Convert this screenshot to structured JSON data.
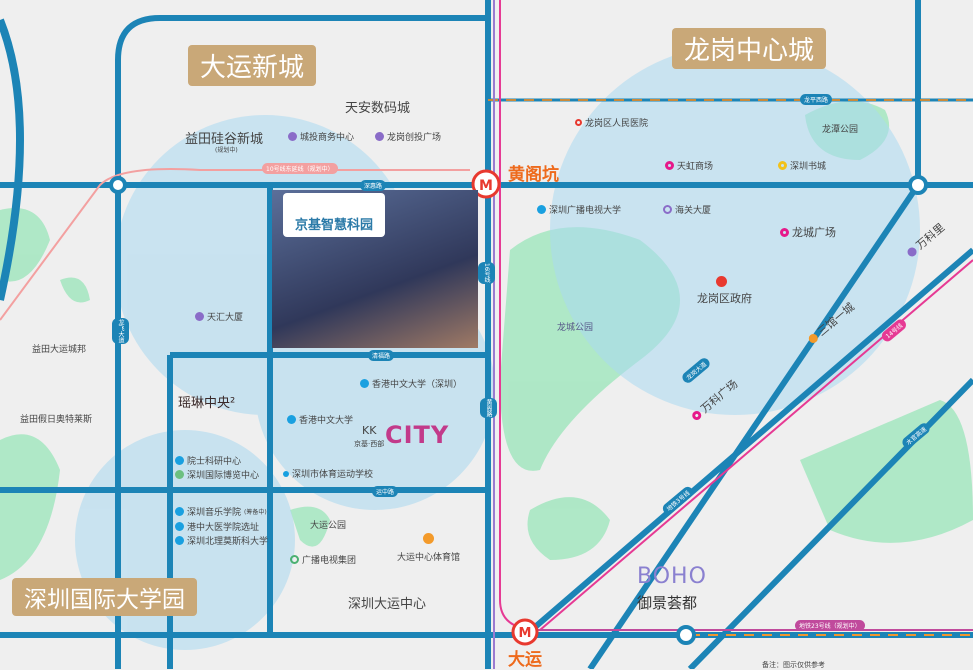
{
  "districts": [
    "大运新城",
    "龙岗中心城",
    "深圳国际大学园"
  ],
  "stations": {
    "huanggekeng": "黄阁坑",
    "dayun": "大运"
  },
  "project": {
    "name": "京基智慧科园"
  },
  "roads": {
    "line10": "10号线东延线（规划中）",
    "shenhui": "深惠路",
    "line16": "16号线",
    "qinghui": "清福路",
    "huanggu": "黄阁路",
    "longfei": "龙飞大道",
    "yuntu": "运中路",
    "longping": "龙平西路",
    "longgang": "龙岗大道",
    "line14": "14号线",
    "line3": "地铁3号线",
    "shuiguan": "水官高速",
    "line23": "地铁23号线（规划中）"
  },
  "pois": {
    "tianan": "天安数码城",
    "yitian": "益田硅谷新城",
    "yitian_sub": "(规划中)",
    "chengtou": "城投商务中心",
    "longgang_chuangtou": "龙岗创投广场",
    "tianhui": "天汇大厦",
    "yitian_dayun": "益田大运城邦",
    "yitian_holiday": "益田假日奥特莱斯",
    "yaojing": "瑶琳中央²",
    "yuanshi": "院士科研中心",
    "guoji_bolan": "深圳国际博览中心",
    "yinyue": "深圳音乐学院",
    "yinyue_sub": "(筹备中)",
    "yixue": "港中大医学院选址",
    "beili": "深圳北理莫斯科大学",
    "cuhk_sz": "香港中文大学（深圳）",
    "cuhk": "香港中文大学",
    "tiyu_school": "深圳市体育运动学校",
    "kk_top": "KK",
    "kk_bottom": "京基·西部",
    "kk_city": "CITY",
    "dayun_park": "大运公园",
    "guangdian": "广播电视集团",
    "dayun_gym": "大运中心体育馆",
    "dayun_center": "深圳大运中心",
    "hospital": "龙岗区人民医院",
    "tianhong": "天虹商场",
    "bookcity": "深圳书城",
    "longtan": "龙潭公园",
    "tvu": "深圳广播电视大学",
    "haiguan": "海关大厦",
    "longcheng_sq": "龙城广场",
    "vanke_li": "万科里",
    "gov": "龙岗区政府",
    "longcheng_park": "龙城公园",
    "sanjie": "三馆一城",
    "vanke_sq": "万科广场",
    "boho_logo": "BOHO",
    "boho": "御景荟都",
    "note": "备注：图示仅供参考"
  },
  "colors": {
    "road": "#1c84b6",
    "metro_red": "#e8392f",
    "station_text": "#ee6a1c",
    "circle": "#a9d8f0",
    "green": "#8fe0b5",
    "district_bg": "#c9a878"
  }
}
